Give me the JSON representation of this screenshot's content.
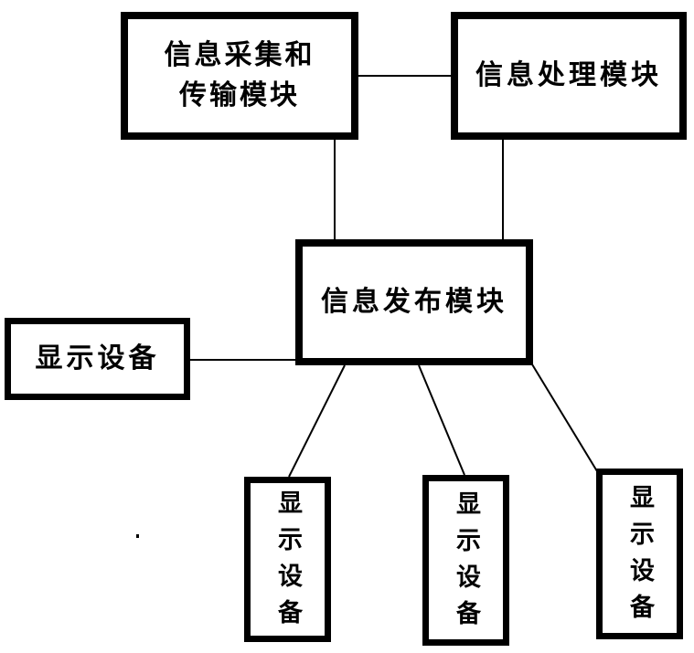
{
  "diagram": {
    "background_color": "#ffffff",
    "line_color": "#000000",
    "text_color": "#000000",
    "nodes": {
      "collect_transmit": {
        "line1": "信息采集和",
        "line2": "传输模块"
      },
      "processing": {
        "label": "信息处理模块"
      },
      "publishing": {
        "label": "信息发布模块"
      },
      "display_left": {
        "label": "显示设备"
      },
      "display_bottom_left": {
        "label": "显示设备"
      },
      "display_bottom_middle": {
        "label": "显示设备"
      },
      "display_bottom_right": {
        "label": "显示设备"
      }
    },
    "edges": [
      {
        "from": "collect_transmit",
        "to": "processing"
      },
      {
        "from": "collect_transmit",
        "to": "publishing"
      },
      {
        "from": "processing",
        "to": "publishing"
      },
      {
        "from": "display_left",
        "to": "publishing"
      },
      {
        "from": "publishing",
        "to": "display_bottom_left"
      },
      {
        "from": "publishing",
        "to": "display_bottom_middle"
      },
      {
        "from": "publishing",
        "to": "display_bottom_right"
      }
    ]
  }
}
